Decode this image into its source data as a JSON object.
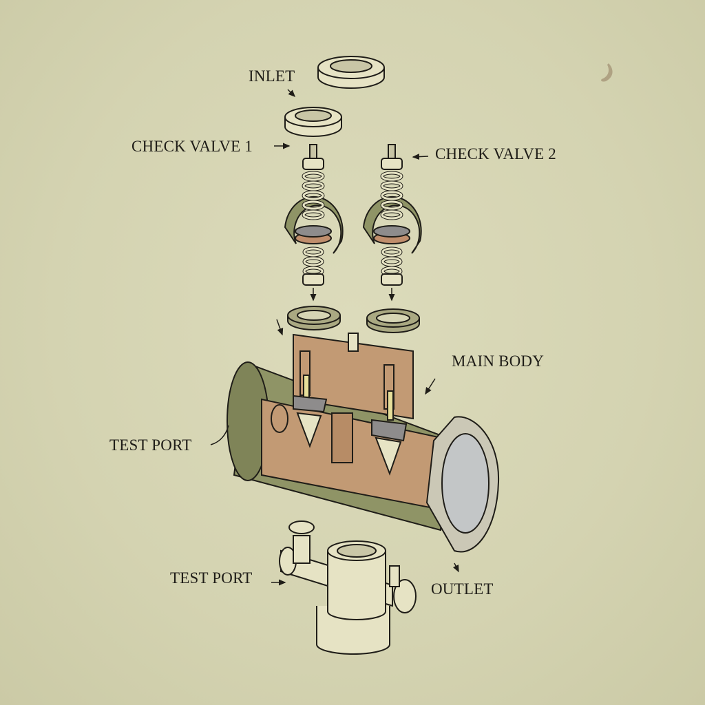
{
  "diagram": {
    "type": "exploded-view technical illustration",
    "subject": "backflow preventer assembly",
    "labels": {
      "inlet": "INLET",
      "check_valve_1": "CHECK VALVE 1",
      "check_valve_2": "CHECK VALVE 2",
      "main_body": "MAIN BODY",
      "test_port_body": "TEST PORT",
      "test_port_fitting": "TEST PORT",
      "outlet": "OUTLET"
    },
    "colors": {
      "background": "#d6d5b4",
      "line": "#1f1d18",
      "body_green": "#8f9466",
      "cutaway_copper": "#c29a74",
      "part_cream": "#e6e3c4",
      "disc_gray": "#8e8c8c",
      "seal_copper": "#c08e6c"
    }
  }
}
